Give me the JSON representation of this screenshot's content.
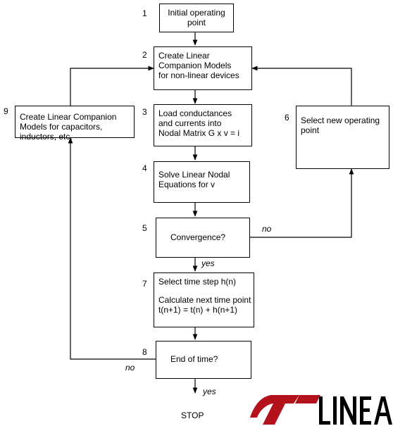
{
  "steps": {
    "s1": {
      "number": "1",
      "lines": [
        "Initial operating",
        "point"
      ]
    },
    "s2": {
      "number": "2",
      "lines": [
        "Create Linear",
        "Companion Models",
        "for non-linear devices"
      ]
    },
    "s3": {
      "number": "3",
      "lines": [
        "Load conductances",
        "and currents into",
        "Nodal Matrix G x v = i"
      ]
    },
    "s4": {
      "number": "4",
      "lines": [
        "Solve Linear Nodal",
        "Equations for v"
      ]
    },
    "s5": {
      "number": "5",
      "lines": [
        "Convergence?"
      ]
    },
    "s6": {
      "number": "6",
      "lines": [
        "Select new operating",
        "point"
      ]
    },
    "s7": {
      "number": "7",
      "lines": [
        "Select time step h(n)",
        "",
        "Calculate next time point",
        "t(n+1) = t(n) + h(n+1)"
      ]
    },
    "s8": {
      "number": "8",
      "lines": [
        "End of time?"
      ]
    },
    "s9": {
      "number": "9",
      "lines": [
        "Create Linear Companion",
        "Models for capacitors,",
        "inductors, etc."
      ]
    }
  },
  "edge_labels": {
    "no_convergence": "no",
    "yes_convergence": "yes",
    "no_end": "no",
    "yes_end": "yes"
  },
  "stop_label": "STOP",
  "logo_text": "LINEAR",
  "colors": {
    "logo": "#b3121c",
    "line": "#000000"
  }
}
